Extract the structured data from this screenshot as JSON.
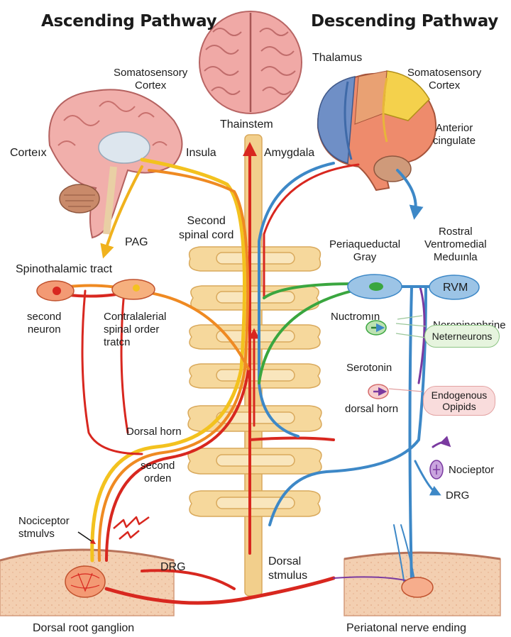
{
  "titles": {
    "ascending": "Ascending Pathway",
    "descending": "Descending Pathway"
  },
  "left_labels": {
    "somatosensory_cortex": "Somatosensory\nCortex",
    "cortex": "Corteıx",
    "insula": "Insula",
    "pag": "PAG",
    "spinothalamic_tract": "Spinothalamic tract",
    "second_neuron": "second\nneuron",
    "contralateral": "Contralalerial\nspinal order\ntratcn",
    "dorsal_horn": "Dorsal horn",
    "second_order": "second\norden",
    "nociceptor_stimulus": "Nociceptor\nstmulvs",
    "drg": "DRG",
    "dorsal_root_ganglion": "Dorsal root ganglion"
  },
  "center_labels": {
    "brainstem": "Thainstem",
    "second_spinal_cord": "Second\nspinal cord",
    "dorsal_stimulus": "Dorsal\nstmulus"
  },
  "right_labels": {
    "thalamus": "Thalamus",
    "somatosensory_cortex": "Somatosensory\nCortex",
    "amygdala": "Amygdala",
    "anterior_cingulate": "Anterior\ncingulate",
    "periaqueductal_gray": "Periaqueductal\nGray",
    "rostral_ventromedial": "Rostral\nVentromedial\nMeduınla",
    "rvm": "RVM",
    "nucleus": "Nuctromın",
    "norepinephrine": "Norepinephrine",
    "serotonin": "Serotonin",
    "interneurons": "Neterneurons",
    "dorsal_horn": "dorsal horn",
    "endogenous_opioids": "Endogenous\nOpipids",
    "nociceptor": "Nocieptor",
    "drg": "DRG",
    "peripheral_nerve_ending": "Periatonal nerve ending"
  },
  "colors": {
    "ascending_red": "#d8271f",
    "ascending_orange": "#ef8a22",
    "ascending_yellow": "#f3c21f",
    "descending_blue": "#3d88c7",
    "descending_green": "#3aa63f",
    "spine_fill": "#f6d89c",
    "skin_fill": "#f0c8a8",
    "norepinephrine_box": "#e6f4de",
    "opioids_box": "#f9dcdc"
  }
}
